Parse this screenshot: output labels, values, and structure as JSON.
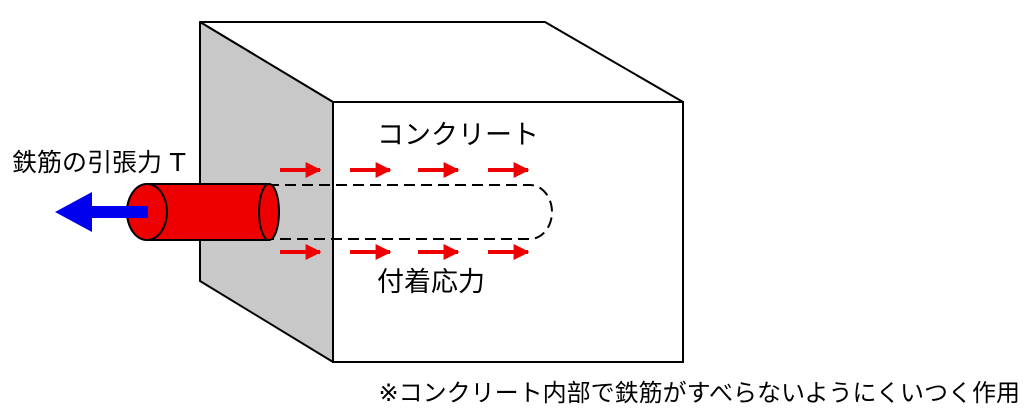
{
  "labels": {
    "concrete": "コンクリート",
    "tension": "鉄筋の引張力 T",
    "bond_stress": "付着応力",
    "note": "※コンクリート内部で鉄筋がすべらないようにくいつく作用"
  },
  "colors": {
    "rebar": "#ee0000",
    "bond_arrow": "#ee0000",
    "tension_arrow": "#0000ee",
    "side_face": "#c8c8c8",
    "outline": "#000000",
    "background": "#ffffff"
  },
  "bond_arrows": {
    "per_row": 4,
    "rows": 2
  }
}
